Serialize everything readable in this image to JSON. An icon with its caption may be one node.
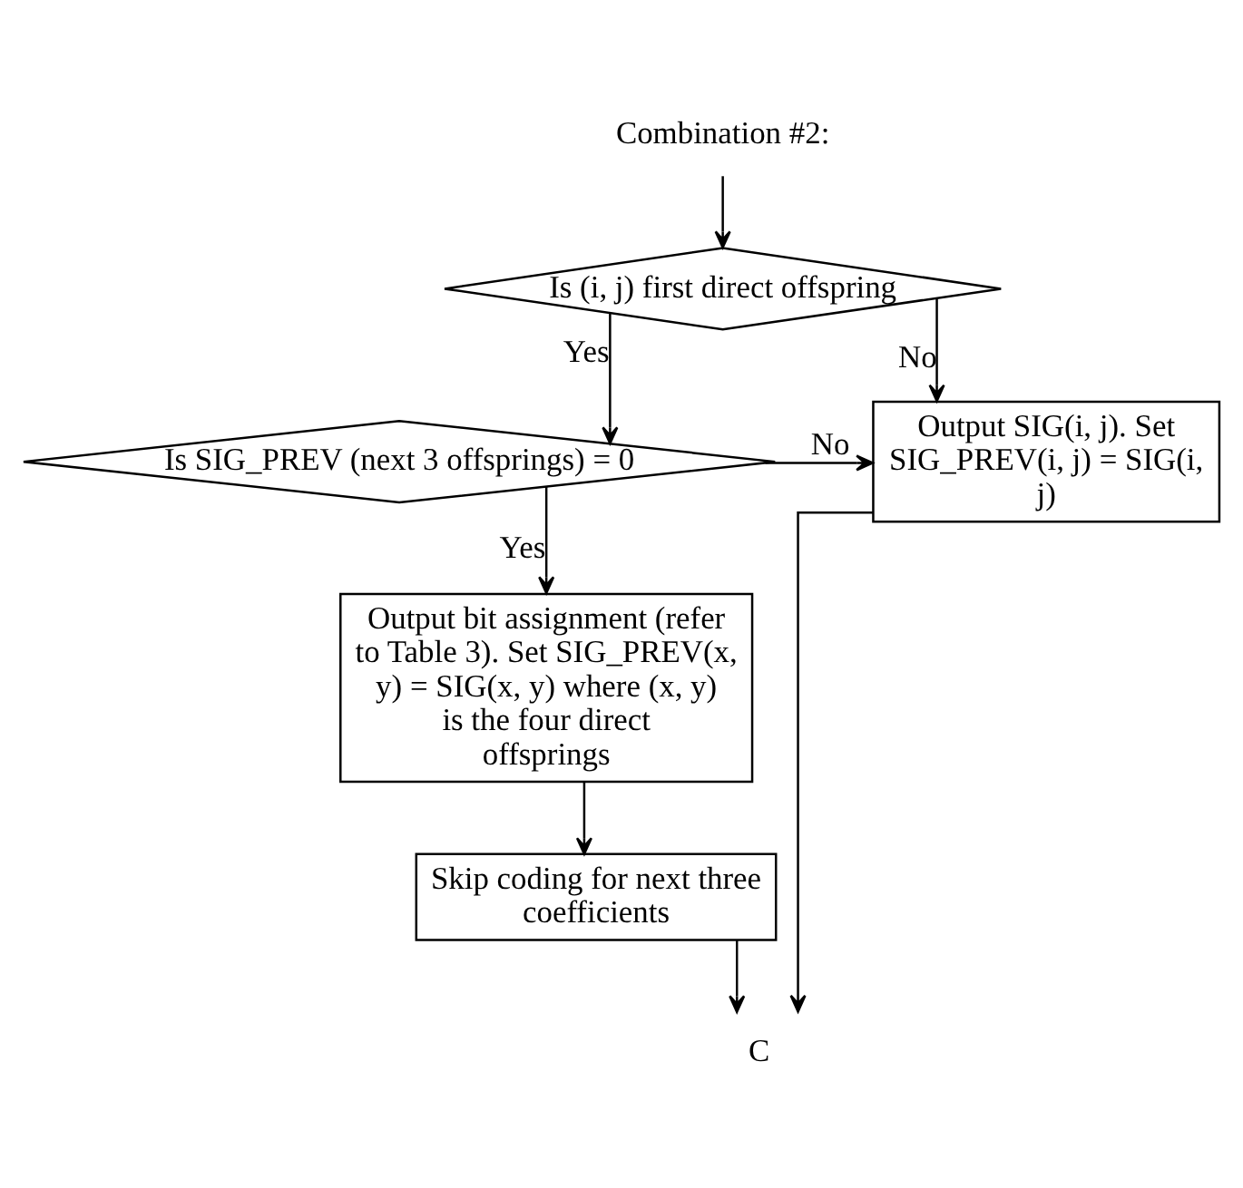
{
  "diagram": {
    "nodes": [
      {
        "text": [
          "Combination #2:"
        ]
      },
      {
        "text": [
          "Is (i, j) first direct offspring"
        ]
      },
      {
        "text": [
          "Is SIG_PREV (next 3 offsprings) = 0"
        ]
      },
      {
        "text": [
          "Output SIG(i, j). Set SIG_PREV(i, j) = SIG(i, j)"
        ]
      },
      {
        "text": [
          "Output bit assignment (refer to Table 3). Set SIG_PREV(x, y) = SIG(x, y) where (x, y) is the four direct offsprings"
        ]
      },
      {
        "text": [
          "Skip coding for next three coefficients"
        ]
      },
      {
        "text": [
          "C"
        ]
      }
    ],
    "edges": [
      {
        "from": 0,
        "to": 1,
        "arrow": "to"
      },
      {
        "from": 1,
        "to": 2,
        "label": "Yes",
        "arrow": "to"
      },
      {
        "from": 1,
        "to": 3,
        "label": "No",
        "arrow": "to"
      },
      {
        "from": 2,
        "to": 3,
        "label": "No",
        "arrow": "to"
      },
      {
        "from": 2,
        "to": 4,
        "label": "Yes",
        "arrow": "to"
      },
      {
        "from": 4,
        "to": 5,
        "arrow": "to"
      },
      {
        "from": 5,
        "to": 6,
        "arrow": "to"
      },
      {
        "from": 3,
        "to": 6,
        "arrow": "to"
      }
    ]
  }
}
